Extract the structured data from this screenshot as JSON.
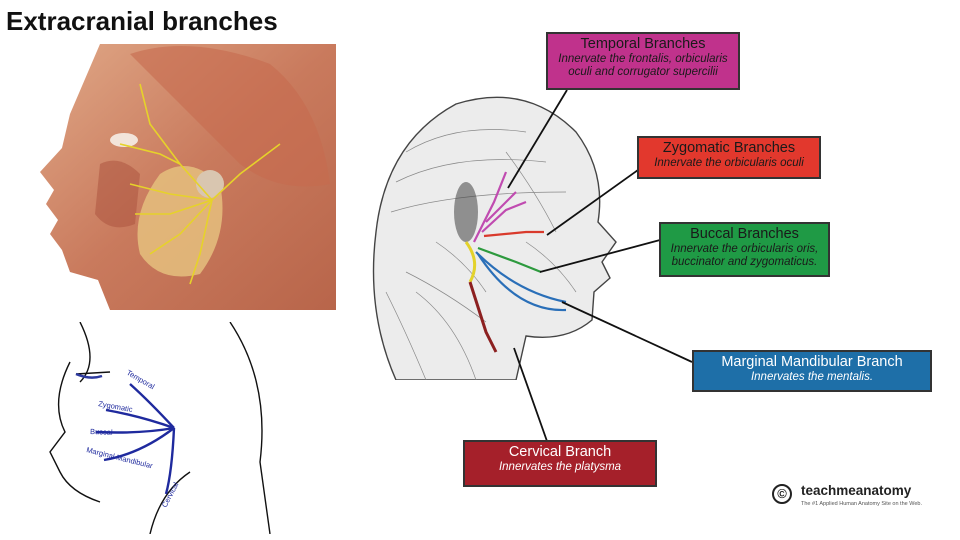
{
  "title": "Extracranial branches",
  "branches": [
    {
      "id": "temporal",
      "title": "Temporal Branches",
      "desc": "Innervate the frontalis, orbicularis oculi and corrugator supercilii",
      "bg": "#c0328c",
      "title_color": "#1a1a1a",
      "desc_color": "#1a1a1a"
    },
    {
      "id": "zygomatic",
      "title": "Zygomatic Branches",
      "desc": "Innervate the orbicularis oculi",
      "bg": "#e2382d",
      "title_color": "#1a1a1a",
      "desc_color": "#1a1a1a"
    },
    {
      "id": "buccal",
      "title": "Buccal Branches",
      "desc": "Innervate the orbicularis oris, buccinator and zygomaticus.",
      "bg": "#1f9a45",
      "title_color": "#1a1a1a",
      "desc_color": "#1a1a1a"
    },
    {
      "id": "marginal",
      "title": "Marginal Mandibular Branch",
      "desc": "Innervates the mentalis.",
      "bg": "#1e6fa8",
      "title_color": "#ffffff",
      "desc_color": "#ffffff"
    },
    {
      "id": "cervical",
      "title": "Cervical Branch",
      "desc": "Innervates the platysma",
      "bg": "#a5202a",
      "title_color": "#ffffff",
      "desc_color": "#ffffff"
    }
  ],
  "line_diagram_labels": [
    "Temporal",
    "Zygomatic",
    "Buccal",
    "Marginal Mandibular",
    "Cervical"
  ],
  "logo": {
    "symbol": "©",
    "name": "teachmeanatomy",
    "tagline": "The #1 Applied Human Anatomy Site on the Web."
  }
}
